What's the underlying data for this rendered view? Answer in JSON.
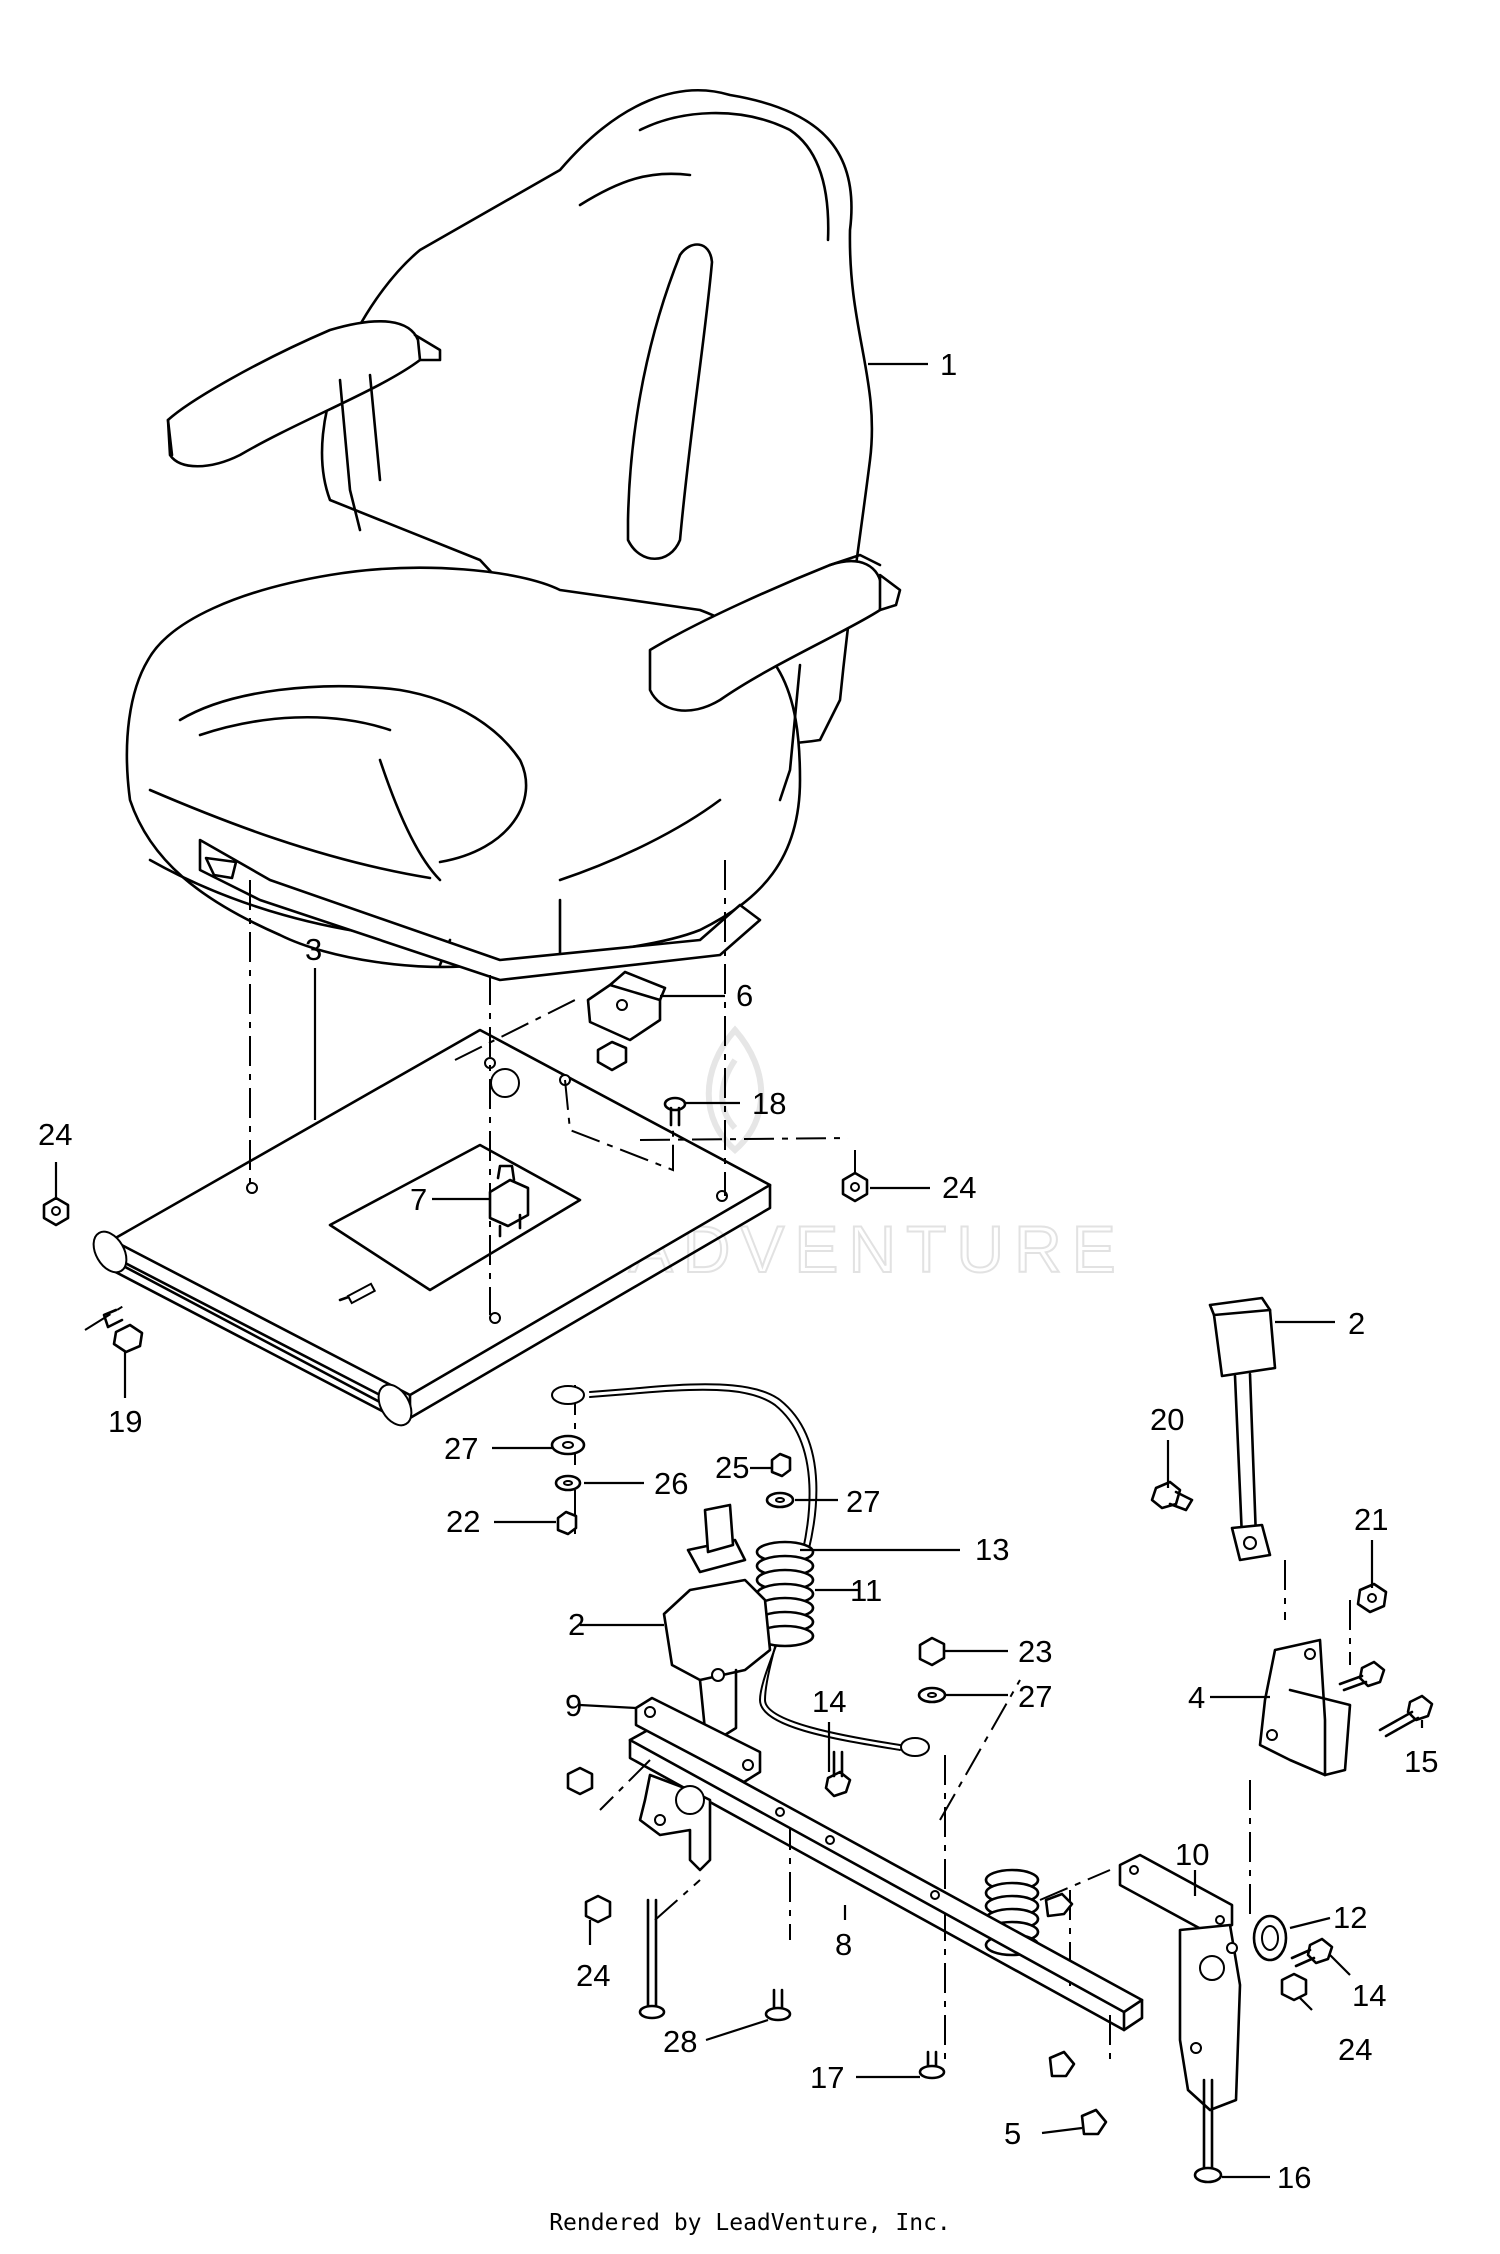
{
  "diagram": {
    "watermark": "LEADVENTURE",
    "footer": "Rendered by LeadVenture, Inc.",
    "callouts": [
      {
        "id": "c1",
        "label": "1"
      },
      {
        "id": "c2a",
        "label": "2"
      },
      {
        "id": "c2b",
        "label": "2"
      },
      {
        "id": "c3",
        "label": "3"
      },
      {
        "id": "c4",
        "label": "4"
      },
      {
        "id": "c5",
        "label": "5"
      },
      {
        "id": "c6",
        "label": "6"
      },
      {
        "id": "c7",
        "label": "7"
      },
      {
        "id": "c8",
        "label": "8"
      },
      {
        "id": "c9",
        "label": "9"
      },
      {
        "id": "c10",
        "label": "10"
      },
      {
        "id": "c11",
        "label": "11"
      },
      {
        "id": "c12",
        "label": "12"
      },
      {
        "id": "c13",
        "label": "13"
      },
      {
        "id": "c14a",
        "label": "14"
      },
      {
        "id": "c14b",
        "label": "14"
      },
      {
        "id": "c15",
        "label": "15"
      },
      {
        "id": "c16",
        "label": "16"
      },
      {
        "id": "c17",
        "label": "17"
      },
      {
        "id": "c18",
        "label": "18"
      },
      {
        "id": "c19",
        "label": "19"
      },
      {
        "id": "c20",
        "label": "20"
      },
      {
        "id": "c21",
        "label": "21"
      },
      {
        "id": "c22",
        "label": "22"
      },
      {
        "id": "c23",
        "label": "23"
      },
      {
        "id": "c24a",
        "label": "24"
      },
      {
        "id": "c24b",
        "label": "24"
      },
      {
        "id": "c24c",
        "label": "24"
      },
      {
        "id": "c24d",
        "label": "24"
      },
      {
        "id": "c25",
        "label": "25"
      },
      {
        "id": "c26",
        "label": "26"
      },
      {
        "id": "c27a",
        "label": "27"
      },
      {
        "id": "c27b",
        "label": "27"
      },
      {
        "id": "c27c",
        "label": "27"
      },
      {
        "id": "c28",
        "label": "28"
      }
    ]
  }
}
